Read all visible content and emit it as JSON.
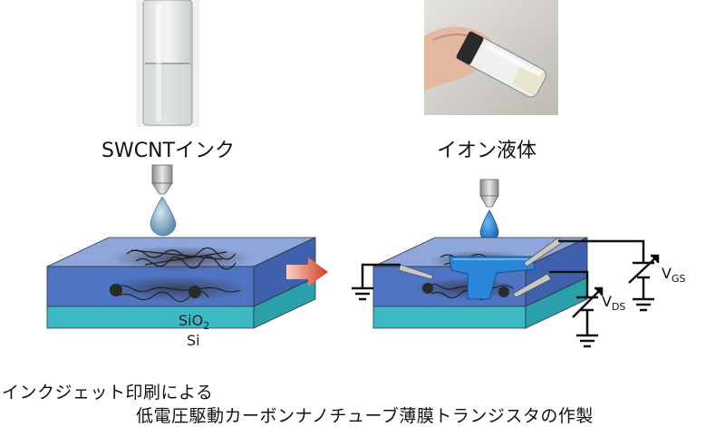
{
  "labels": {
    "swcnt_ink": "SWCNTインク",
    "ionic_liquid": "イオン液体",
    "sio2": "SiO",
    "sio2_sub": "2",
    "si": "Si",
    "vds": "V",
    "vds_sub": "DS",
    "vgs": "V",
    "vgs_sub": "GS"
  },
  "caption": {
    "line1": "インクジェット印刷による",
    "line2": "低電圧駆動カーボンナノチューブ薄膜トランジスタの作製"
  },
  "colors": {
    "sio2_layer": "#4f74c4",
    "si_layer": "#3cb9c4",
    "top_surface": "#8fa6dc",
    "ionic_gate": "#2a86d8",
    "droplet_ink": "#7fa8c9",
    "arrow": "#d24a2a"
  }
}
